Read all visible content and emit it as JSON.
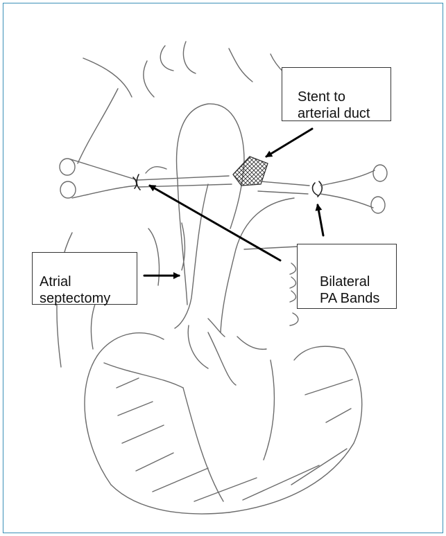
{
  "labels": {
    "stent": "Stent to\narterial duct",
    "atrial": "Atrial\nseptectomy",
    "bands": "Bilateral\nPA Bands"
  },
  "colors": {
    "frame_border": "#3a8fb7",
    "sketch_line": "#6b6b6b",
    "arrow": "#000000"
  }
}
